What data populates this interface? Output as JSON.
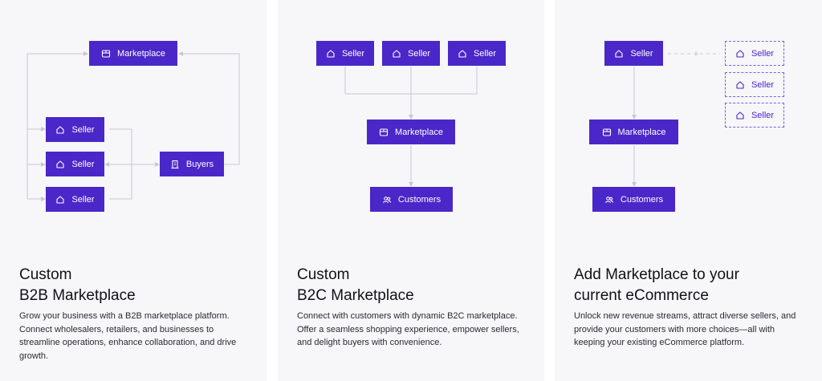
{
  "cards": [
    {
      "title_line1": "Custom",
      "title_line2": "B2B Marketplace",
      "description": "Grow your business with a B2B marketplace platform. Connect wholesalers, retailers, and businesses to streamline operations, enhance collaboration, and drive growth.",
      "nodes": {
        "marketplace": "Marketplace",
        "seller_1": "Seller",
        "seller_2": "Seller",
        "seller_3": "Seller",
        "buyers": "Buyers"
      }
    },
    {
      "title_line1": "Custom",
      "title_line2": "B2C Marketplace",
      "description": "Connect with customers with dynamic B2C marketplace. Offer a seamless shopping experience, empower sellers, and delight buyers with convenience.",
      "nodes": {
        "seller_1": "Seller",
        "seller_2": "Seller",
        "seller_3": "Seller",
        "marketplace": "Marketplace",
        "customers": "Customers"
      }
    },
    {
      "title_line1": "Add Marketplace to your",
      "title_line2": "current eCommerce",
      "description": "Unlock new revenue streams, attract diverse sellers, and provide your customers with more choices—all with keeping your existing eCommerce platform.",
      "nodes": {
        "seller": "Seller",
        "marketplace": "Marketplace",
        "customers": "Customers",
        "new_seller_1": "Seller",
        "new_seller_2": "Seller",
        "new_seller_3": "Seller"
      }
    }
  ],
  "colors": {
    "node_fill": "#4a27c9",
    "connector": "#c9c7d4",
    "card_background": "#f7f6f9"
  },
  "icons": {
    "seller": "house-icon",
    "marketplace": "store-icon",
    "buyers": "building-icon",
    "customers": "users-icon"
  }
}
